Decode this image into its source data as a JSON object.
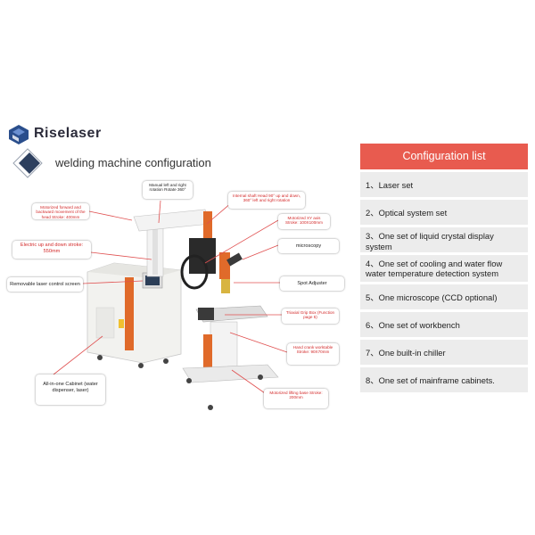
{
  "brand": {
    "name": "Riselaser",
    "subtitle": "welding machine configuration"
  },
  "colors": {
    "accent": "#e85b4f",
    "row_bg": "#ececec",
    "logo_blue": "#2a4e8c",
    "orange": "#e06a2a",
    "callout_red": "#d32a2a"
  },
  "config_list": {
    "title": "Configuration list",
    "items": [
      "1、Laser set",
      "2、Optical system set",
      "3、One set of liquid crystal display system",
      "4、One set of cooling and water flow water temperature detection system",
      "5、One microscope (CCD optional)",
      "6、One set of workbench",
      "7、One built-in chiller",
      "8、One set of mainframe cabinets."
    ]
  },
  "callouts": {
    "manual_rotation": "Manual left and right rotation Rotate 360°",
    "motorized_forward": "Motorized forward and backward movement of the head Stroke: 400mm",
    "internal_shaft": "Internal shaft Head 90° up and down, 360° left and right rotation",
    "motorized_xy": "Motorized XY axis Stroke: 100X100mm",
    "electric_updown": "Electric up and down stroke: 550mm",
    "microscopy": "microscopy",
    "removable_screen": "Removable laser control screen",
    "spot_adjuster": "Spot Adjuster",
    "triaxial_grip": "Triaxial Grip Box (Function page 5)",
    "hand_crank": "Hand crank worktable Stroke: 90X70mm",
    "all_in_one": "All-in-one Cabinet (water dispenser, laser)",
    "lifting_base": "Motorized lifting base Stroke: 200mm"
  }
}
